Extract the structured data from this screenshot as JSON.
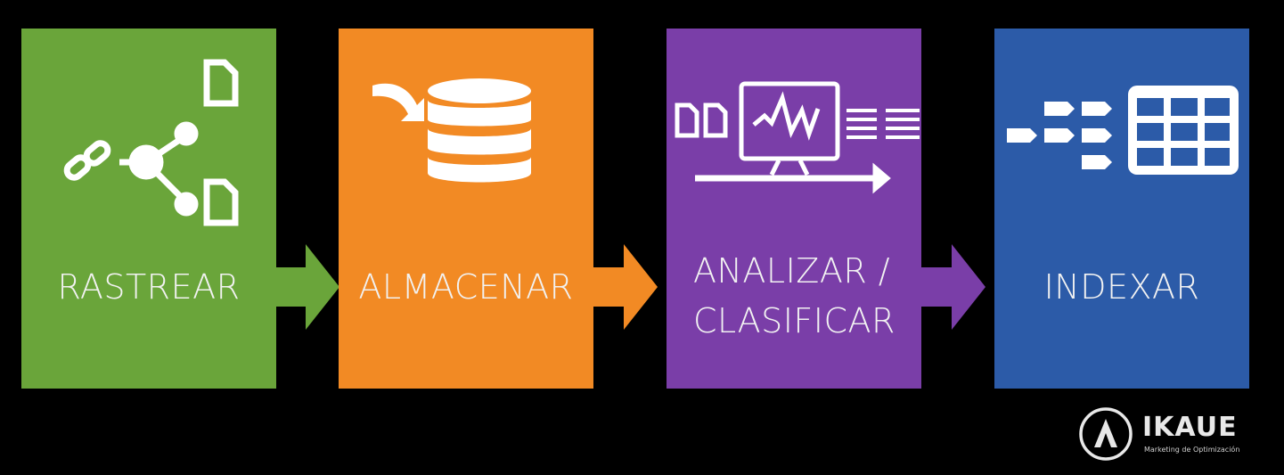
{
  "steps": [
    {
      "label": "RASTREAR",
      "color": "#6aa53a",
      "icon": "crawl-network-icon"
    },
    {
      "label": "ALMACENAR",
      "color": "#f28a24",
      "icon": "database-icon"
    },
    {
      "label_line1": "ANALIZAR /",
      "label_line2": "CLASIFICAR",
      "color": "#7a3ea8",
      "icon": "monitor-analysis-icon"
    },
    {
      "label": "INDEXAR",
      "color": "#2c5ba8",
      "icon": "index-table-icon"
    }
  ],
  "logo": {
    "name": "IKAUE",
    "tagline": "Marketing de Optimización"
  }
}
